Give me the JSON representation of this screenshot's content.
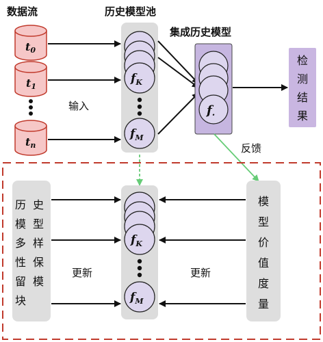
{
  "labels": {
    "data_stream": "数据流",
    "history_pool": "历史模型池",
    "ensemble_model": "集成历史模型",
    "input": "输入",
    "feedback": "反馈",
    "update_left": "更新",
    "update_right": "更新"
  },
  "streams": [
    {
      "base": "t",
      "sub": "0"
    },
    {
      "base": "t",
      "sub": "1"
    },
    {
      "base": "t",
      "sub": "n"
    }
  ],
  "pool_top": {
    "fk_base": "f",
    "fk_sub": "K",
    "fm_base": "f",
    "fm_sub": "M"
  },
  "pool_bottom": {
    "fk_base": "f",
    "fk_sub": "K",
    "fm_base": "f",
    "fm_sub": "M"
  },
  "ensemble": {
    "base": "f",
    "sub": "."
  },
  "result_text": "检测结果",
  "diversity_text": "历史模型多样性保留模块",
  "value_text": "模型价值度量",
  "colors": {
    "cylinder_fill": "#f6c7c7",
    "cylinder_stroke": "#c0392b",
    "pool_fill": "#dcdcdc",
    "circle_fill": "#ddd6ee",
    "ensemble_fill": "#c6b6e0",
    "result_fill": "#c9b6e1",
    "module_fill": "#dedede",
    "dashed_box": "#c0392b",
    "feedback_arrow": "#66cc77"
  }
}
